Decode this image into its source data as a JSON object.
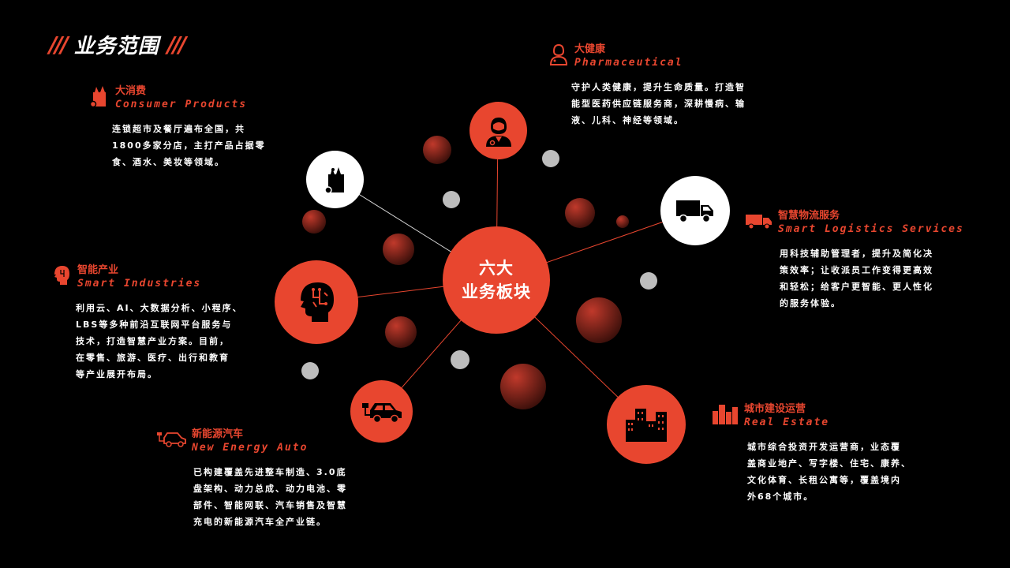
{
  "header": {
    "title": "业务范围",
    "slashes": "///"
  },
  "hub": {
    "line1": "六大",
    "line2": "业务板块"
  },
  "segments": {
    "consumer": {
      "cn": "大消费",
      "en": "Consumer Products",
      "desc": [
        "连锁超市及餐厅遍布全国，共",
        "1800多家分店，主打产品占据零",
        "食、酒水、美妆等领域。"
      ],
      "icon": "shopping-bag-icon"
    },
    "pharma": {
      "cn": "大健康",
      "en": "Pharmaceutical",
      "desc": [
        "守护人类健康，提升生命质量。打造智",
        "能型医药供应链服务商，深耕慢病、输",
        "液、儿科、神经等领域。"
      ],
      "icon": "doctor-icon"
    },
    "logistics": {
      "cn": "智慧物流服务",
      "en": "Smart Logistics Services",
      "desc": [
        "用科技辅助管理者，提升及简化决",
        "策效率；让收派员工作变得更高效",
        "和轻松；给客户更智能、更人性化",
        "的服务体验。"
      ],
      "icon": "truck-icon"
    },
    "industries": {
      "cn": "智能产业",
      "en": "Smart Industries",
      "desc": [
        "利用云、AI、大数据分析、小程序、",
        "LBS等多种前沿互联网平台服务与",
        "技术，打造智慧产业方案。目前，",
        "在零售、旅游、医疗、出行和教育",
        "等产业展开布局。"
      ],
      "icon": "brain-head-icon"
    },
    "auto": {
      "cn": "新能源汽车",
      "en": "New Energy Auto",
      "desc": [
        "已构建覆盖先进整车制造、3.0底",
        "盘架构、动力总成、动力电池、零",
        "部件、智能网联、汽车销售及智慧",
        "充电的新能源汽车全产业链。"
      ],
      "icon": "electric-car-icon"
    },
    "realestate": {
      "cn": "城市建设运营",
      "en": "Real Estate",
      "desc": [
        "城市综合投资开发运营商，业态覆",
        "盖商业地产、写字楼、住宅、康养、",
        "文化体育、长租公寓等，覆盖境内",
        "外68个城市。"
      ],
      "icon": "buildings-icon"
    }
  },
  "colors": {
    "accent": "#e8462f",
    "background": "#000000",
    "white": "#ffffff",
    "gray_dot": "#bdbdbd"
  }
}
